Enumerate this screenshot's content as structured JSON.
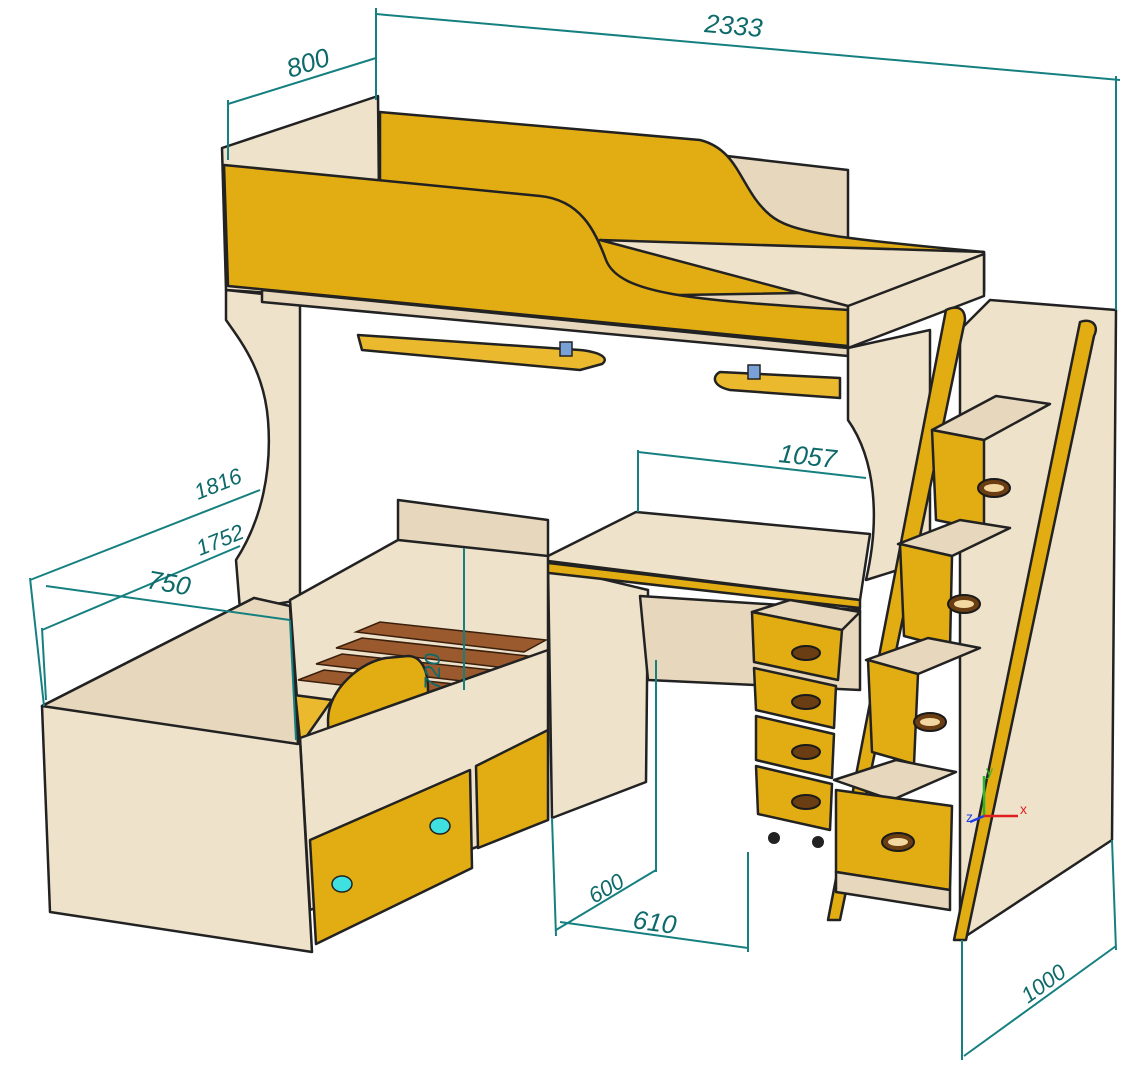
{
  "dimensions": {
    "total_length": "2333",
    "bed_depth": "800",
    "desk_length": "1057",
    "overall_height": "1816",
    "lower_height": "1752",
    "lower_bed_length": "750",
    "inner_height": "720",
    "desk_depth": "600",
    "desk_width": "610",
    "stair_depth": "1000"
  },
  "axes": {
    "x": "x",
    "y": "y",
    "z": "z"
  },
  "colors": {
    "wood": "#efe2cb",
    "facade": "#e2ad12",
    "dimension": "#168080",
    "slats": "#9a5a2e"
  }
}
